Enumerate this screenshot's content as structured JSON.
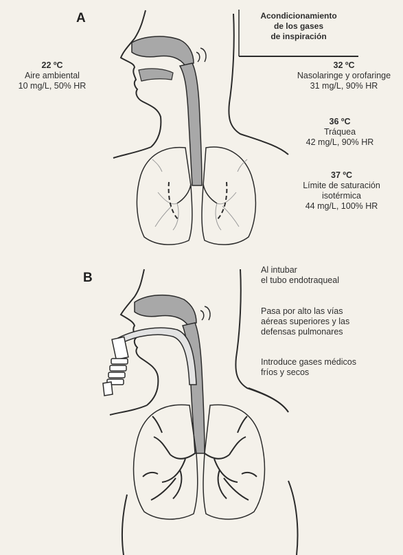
{
  "panel_a": {
    "letter": "A",
    "ambient": {
      "temp": "22 ºC",
      "line1": "Aire ambiental",
      "line2": "10 mg/L, 50% HR"
    },
    "header": {
      "line1": "Acondicionamiento",
      "line2": "de los gases",
      "line3": "de inspiración"
    },
    "naso": {
      "temp": "32 ºC",
      "line1": "Nasolaringe y orofaringe",
      "line2": "31 mg/L, 90% HR"
    },
    "trachea": {
      "temp": "36 ºC",
      "line1": "Tráquea",
      "line2": "42 mg/L, 90% HR"
    },
    "limit": {
      "temp": "37 ºC",
      "line1": "Límite de saturación",
      "line2": "isotérmica",
      "line3": "44 mg/L, 100% HR"
    }
  },
  "panel_b": {
    "letter": "B",
    "intubation": {
      "line1": "Al intubar",
      "line2": "el tubo endotraqueal"
    },
    "bypass": {
      "line1": "Pasa por alto las vías",
      "line2": "aéreas superiores y las",
      "line3": "defensas pulmonares"
    },
    "gases": {
      "line1": "Introduce gases médicos",
      "line2": "fríos y secos"
    }
  },
  "colors": {
    "airway_fill": "#a8a8a8",
    "outline": "#2b2b2b",
    "lung_lines": "#7a7a7a",
    "background": "#f4f1ea"
  }
}
